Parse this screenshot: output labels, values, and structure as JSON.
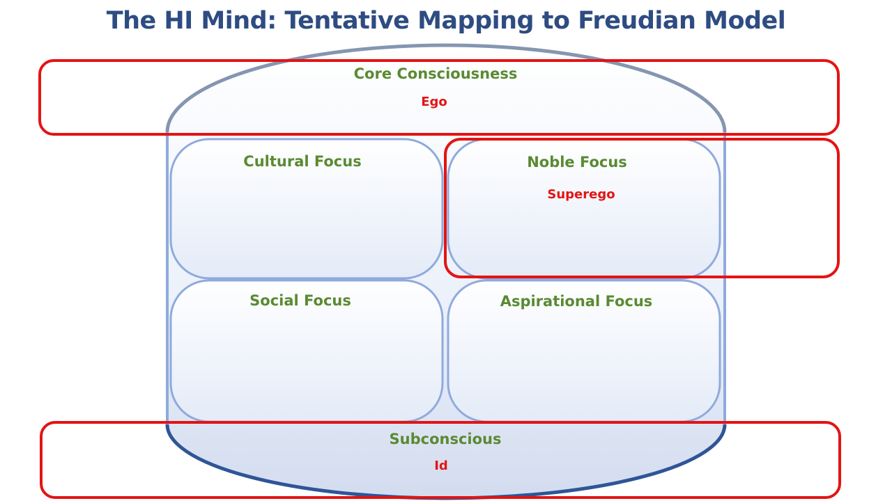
{
  "title": "The HI Mind: Tentative Mapping to Freudian Model",
  "regions": {
    "core": {
      "label": "Core Consciousness",
      "mapping": "Ego"
    },
    "cultural": {
      "label": "Cultural Focus"
    },
    "noble": {
      "label": "Noble Focus",
      "mapping": "Superego"
    },
    "social": {
      "label": "Social Focus"
    },
    "aspirational": {
      "label": "Aspirational Focus"
    },
    "subconscious": {
      "label": "Subconscious",
      "mapping": "Id"
    }
  },
  "colors": {
    "title": "#2e4c82",
    "region_label": "#5a8a32",
    "freudian_label": "#e31414",
    "highlight_border": "#e31414",
    "container_top_border": "#8496b0",
    "container_side_border": "#8faadc",
    "container_bottom_border": "#2f5597",
    "quadrant_border": "#8faadc"
  }
}
